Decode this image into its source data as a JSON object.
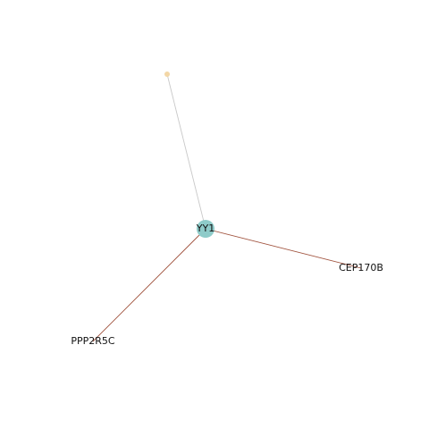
{
  "network": {
    "nodes": [
      {
        "id": "YY1",
        "label": "YY1",
        "color": "#8ecbc9",
        "role": "hub"
      },
      {
        "id": "CEP170B",
        "label": "CEP170B",
        "color": "#ffffff",
        "role": "leaf"
      },
      {
        "id": "PPP2R5C",
        "label": "PPP2R5C",
        "color": "#ffffff",
        "role": "leaf"
      },
      {
        "id": "unlabeled",
        "label": "",
        "color": "#f3d7a6",
        "role": "leaf"
      }
    ],
    "edges": [
      {
        "source": "YY1",
        "target": "CEP170B",
        "color": "#a0523d"
      },
      {
        "source": "YY1",
        "target": "PPP2R5C",
        "color": "#a0523d"
      },
      {
        "source": "YY1",
        "target": "unlabeled",
        "color": "#c8c8c8"
      }
    ]
  }
}
